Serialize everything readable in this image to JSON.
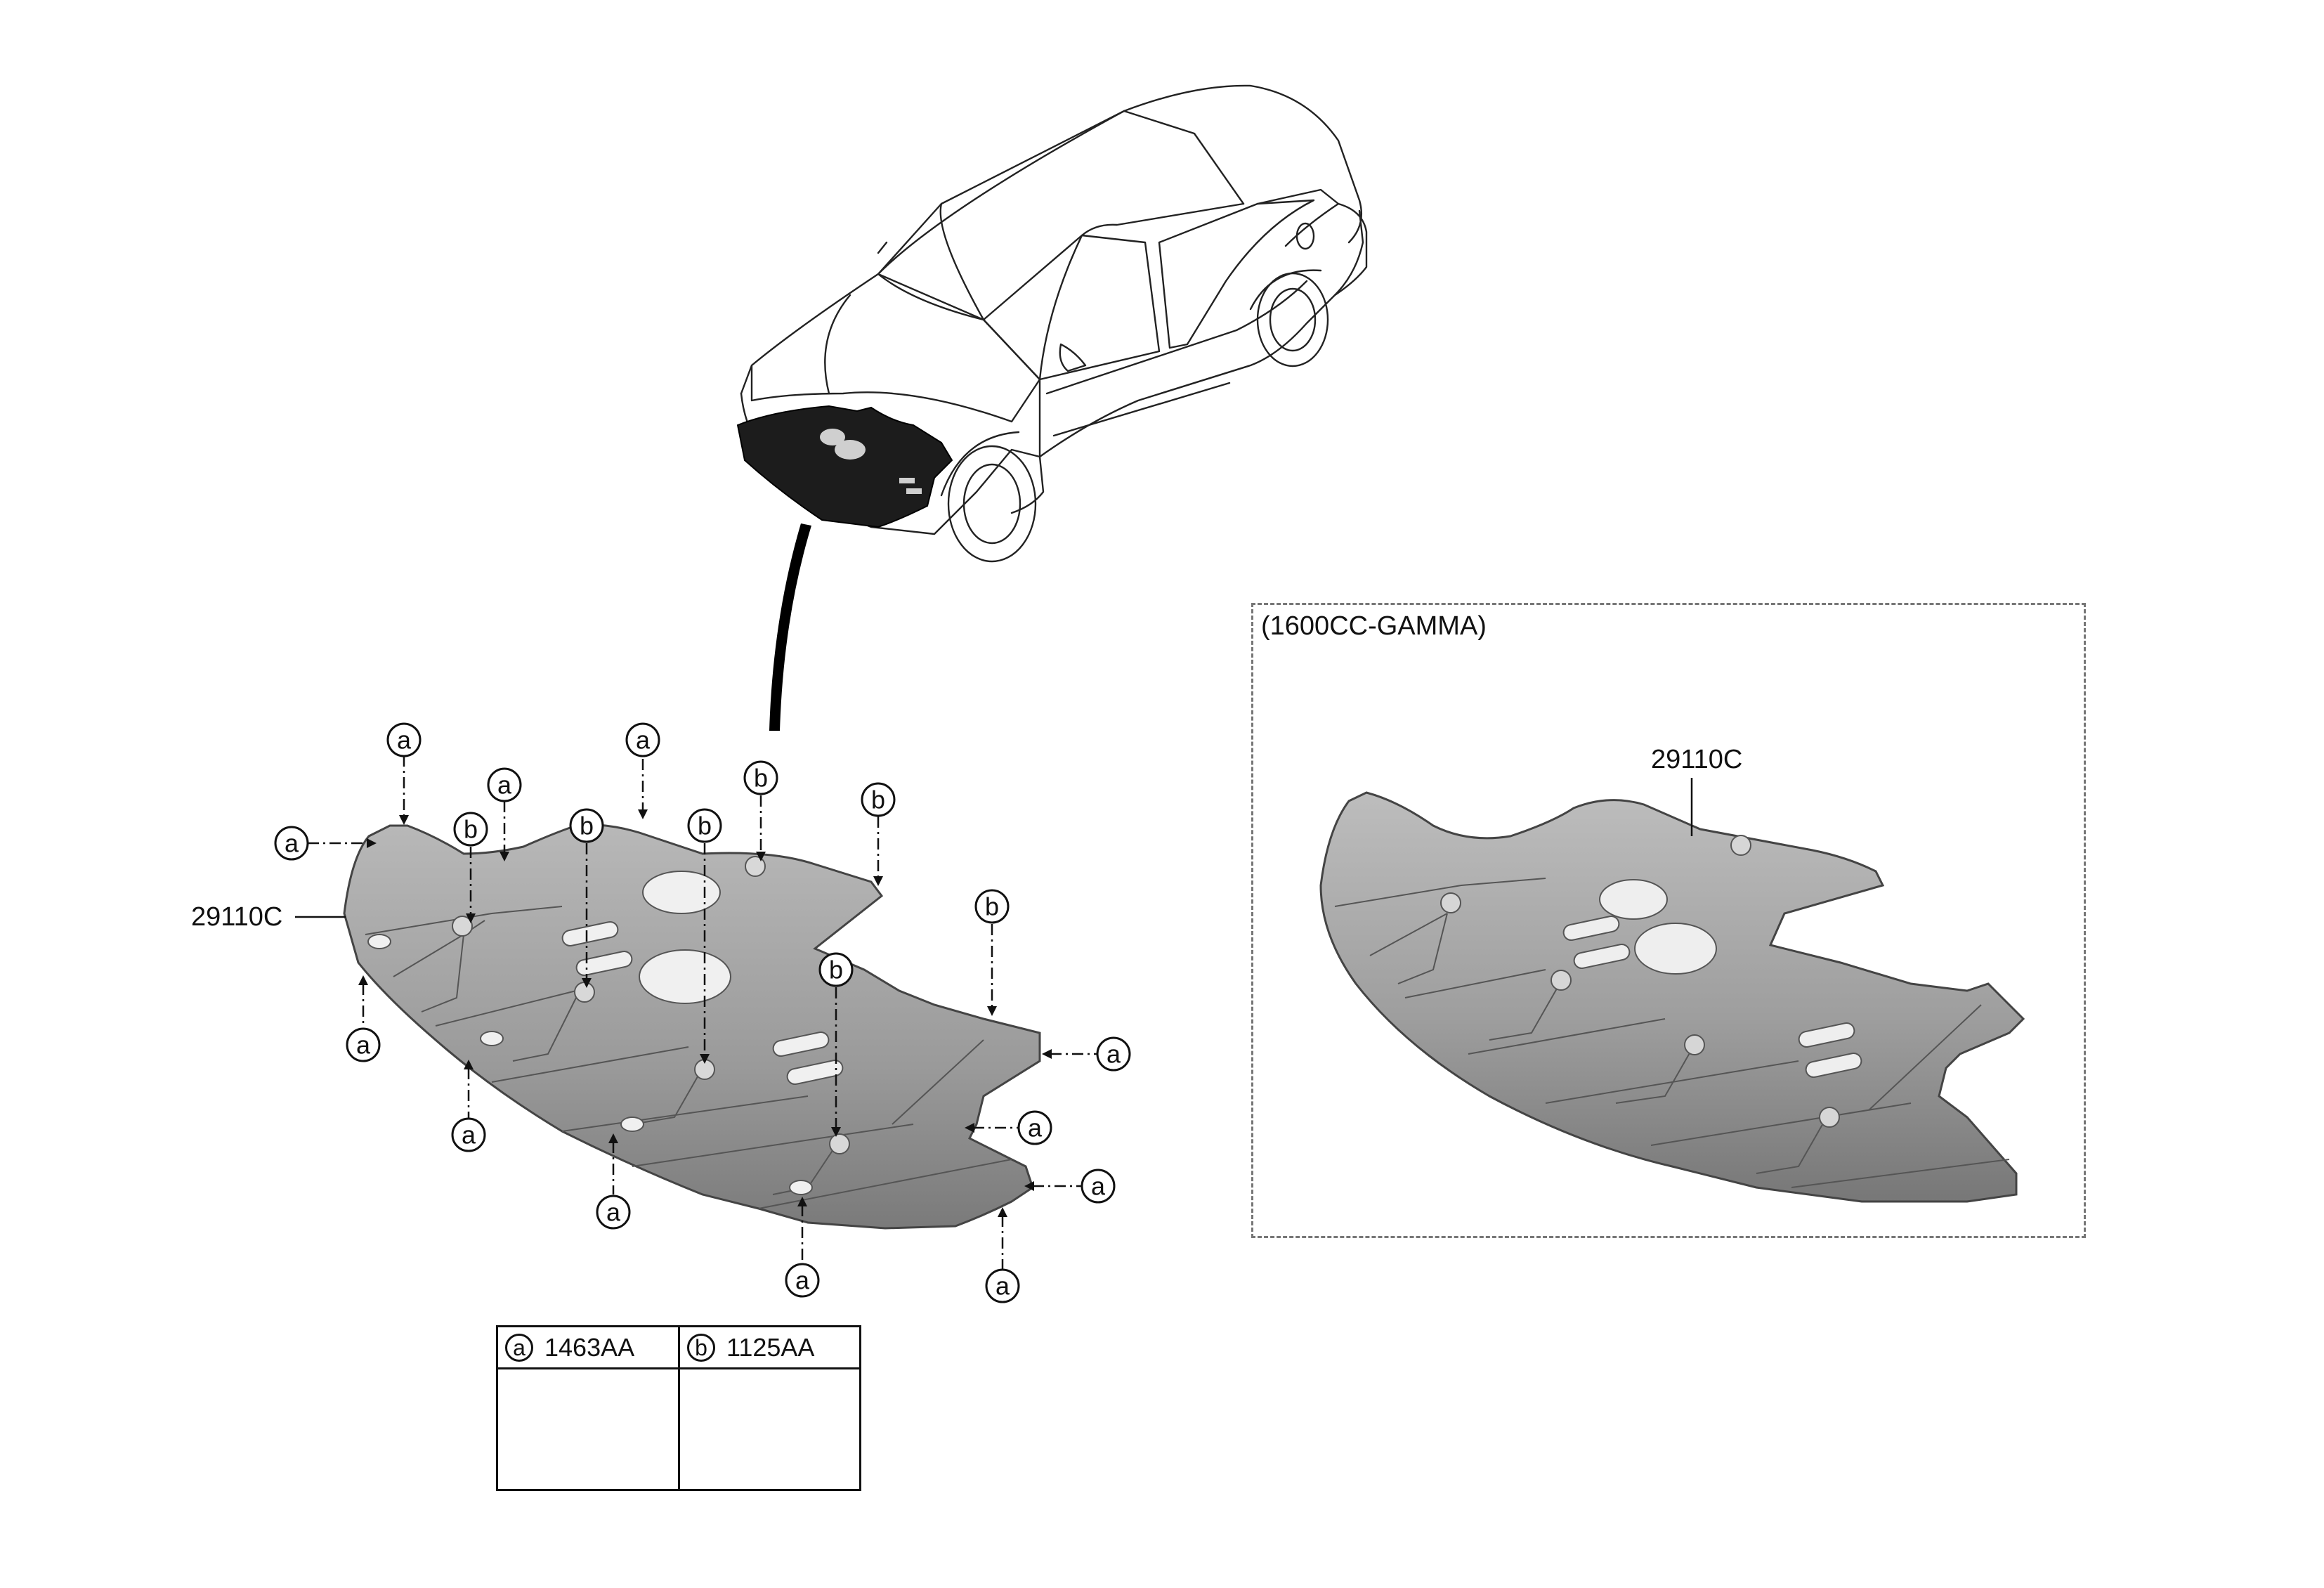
{
  "variant": {
    "label": "(1600CC-GAMMA)",
    "part_no": "29110C"
  },
  "main_part_no": "29110C",
  "callouts": {
    "a": "a",
    "b": "b"
  },
  "legend": {
    "a_symbol": "a",
    "a_part": "1463AA",
    "b_symbol": "b",
    "b_part": "1125AA"
  },
  "colors": {
    "line": "#111111",
    "panel_fill": "#a9a9a9",
    "panel_dark": "#7d7d7d",
    "highlight": "#1a1a1a",
    "dashed_border": "#777777"
  }
}
